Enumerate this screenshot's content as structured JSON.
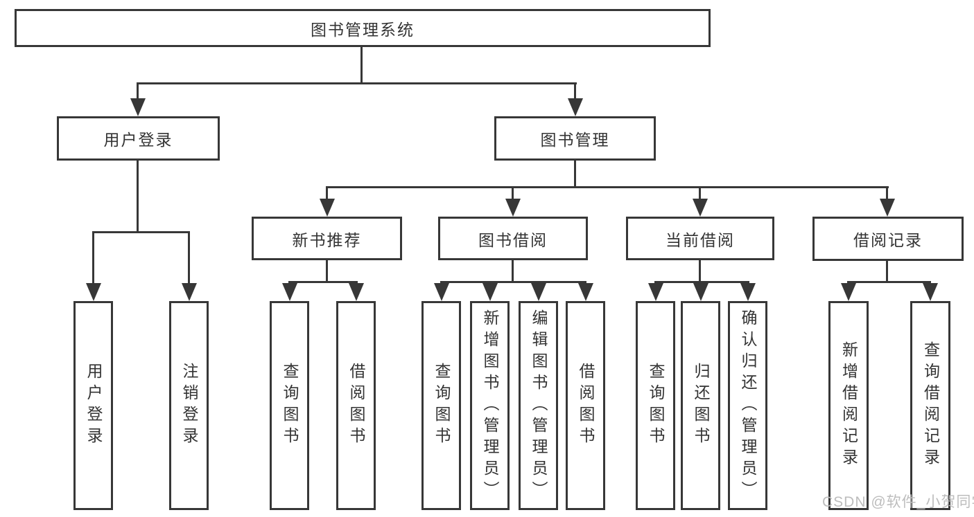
{
  "diagram": {
    "title_node": "图书管理系统",
    "branches": [
      {
        "label": "用户登录",
        "children": [
          "用户登录",
          "注销登录"
        ]
      },
      {
        "label": "图书管理",
        "groups": [
          {
            "label": "新书推荐",
            "children": [
              "查询图书",
              "借阅图书"
            ]
          },
          {
            "label": "图书借阅",
            "children": [
              "查询图书",
              "新增图书（管理员）",
              "编辑图书（管理员）",
              "借阅图书"
            ]
          },
          {
            "label": "当前借阅",
            "children": [
              "查询图书",
              "归还图书",
              "确认归还（管理员）"
            ]
          },
          {
            "label": "借阅记录",
            "children": [
              "新增借阅记录",
              "查询借阅记录"
            ]
          }
        ]
      }
    ],
    "line_color": "#373737",
    "watermark": "CSDN @软件_小贺同学"
  }
}
